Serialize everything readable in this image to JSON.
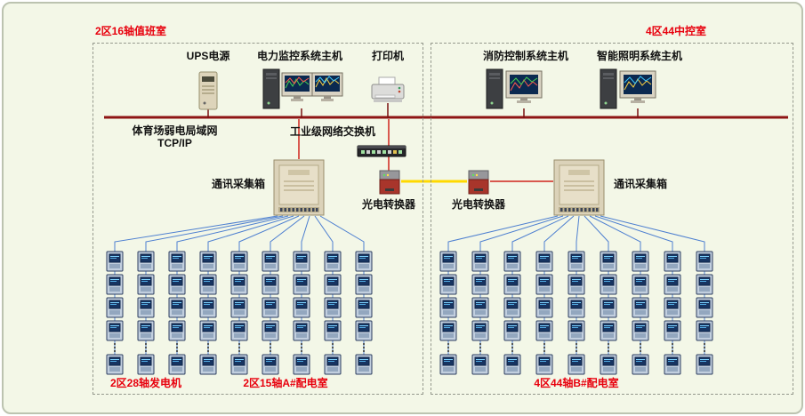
{
  "rooms": {
    "left_label": "2区16轴值班室",
    "right_label": "4区44中控室"
  },
  "top_devices": {
    "ups_label": "UPS电源",
    "power_host_label": "电力监控系统主机",
    "printer_label": "打印机",
    "fire_host_label": "消防控制系统主机",
    "lighting_host_label": "智能照明系统主机"
  },
  "network": {
    "lan_label_line1": "体育场弱电局域网",
    "lan_label_line2": "TCP/IP",
    "switch_label": "工业级网络交换机",
    "collector_left_label": "通讯采集箱",
    "collector_right_label": "通讯采集箱",
    "converter_left_label": "光电转换器",
    "converter_right_label": "光电转换器"
  },
  "meter_groups": [
    {
      "label": "2区28轴发电机",
      "columns": 3,
      "rows_shown": 4,
      "has_more": true
    },
    {
      "label": "2区15轴A#配电室",
      "columns": 6,
      "rows_shown": 4,
      "has_more": true
    },
    {
      "label": "4区44轴B#配电室",
      "columns": 9,
      "rows_shown": 4,
      "has_more": true
    }
  ],
  "colors": {
    "background": "#f3f7e7",
    "bus": "#8e1414",
    "red_wire": "#d0241c",
    "fiber_yellow": "#ffd900",
    "feeder_blue": "#4d7fd0",
    "label_red": "#e8000d"
  }
}
